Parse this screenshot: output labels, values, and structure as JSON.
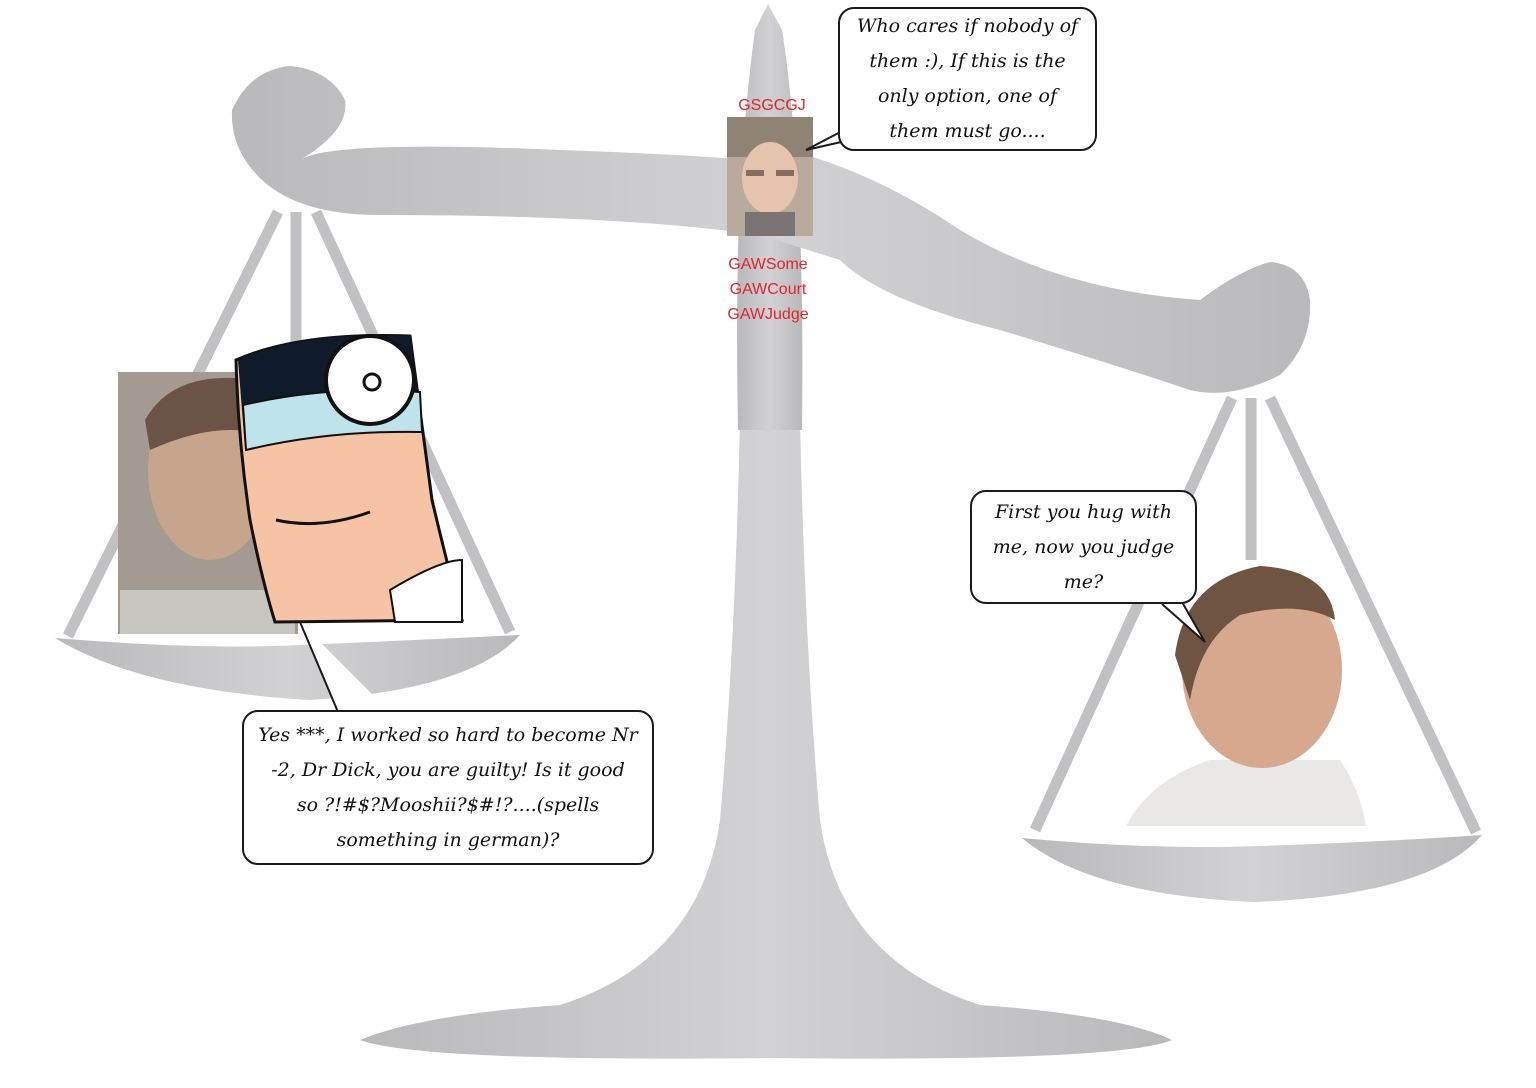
{
  "bubbles": {
    "top": "Who cares if nobody of them :), If this is the only option, one of them must go....",
    "right": "First you hug with me, now you judge me?",
    "bottom": "Yes ***, I worked so hard to become Nr -2, Dr Dick, you are guilty! Is it good so ?!#$?Mooshii?$#!?....(spells something in german)?"
  },
  "judge": {
    "top_label": "GSGCGJ",
    "names": [
      "GAWSome",
      "GAWCourt",
      "GAWJudge"
    ]
  },
  "colors": {
    "scale_gray": "#c4c4c6",
    "label_red": "#e2242b",
    "doctor_mirror_band": "#bfe3ea",
    "doctor_skin": "#f6c4a4"
  },
  "icons": [
    "balance-scale-icon",
    "head-mirror-icon"
  ]
}
